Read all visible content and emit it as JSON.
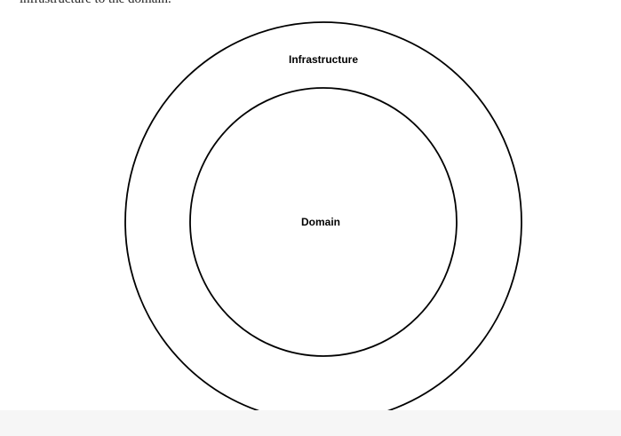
{
  "snippet_text": "infrastructure to the domain.",
  "diagram": {
    "outer_ring": {
      "label": "Infrastructure"
    },
    "inner_ring": {
      "label": "Domain"
    }
  },
  "colors": {
    "stroke": "#000000",
    "background": "#ffffff",
    "bottom_band": "#f6f6f6"
  }
}
